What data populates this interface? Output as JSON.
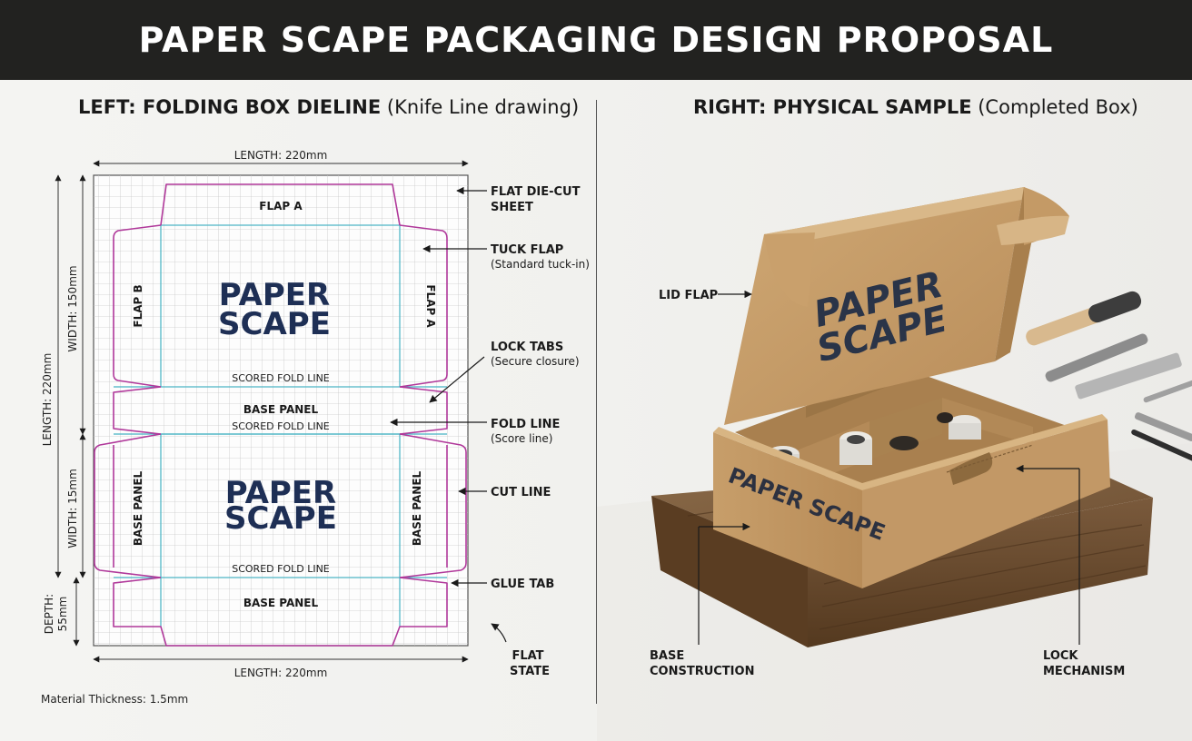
{
  "title": "PAPER SCAPE PACKAGING DESIGN PROPOSAL",
  "left_section": {
    "heading_bold": "LEFT: FOLDING BOX DIELINE",
    "heading_sub": "(Knife Line drawing)"
  },
  "right_section": {
    "heading_bold": "RIGHT: PHYSICAL SAMPLE",
    "heading_sub": "(Completed Box)"
  },
  "dieline": {
    "dim_length_top": "LENGTH: 220mm",
    "dim_length_bottom": "LENGTH: 220mm",
    "dim_width_150": "WIDTH: 150mm",
    "dim_width_15": "WIDTH: 15mm",
    "dim_length_side": "LENGTH: 220mm",
    "dim_depth_line1": "DEPTH:",
    "dim_depth_line2": "55mm",
    "material_thickness": "Material Thickness: 1.5mm",
    "panels": {
      "flap_a_top": "FLAP A",
      "flap_b": "FLAP B",
      "flap_a_right": "FLAP A",
      "base_panel_mid": "BASE PANEL",
      "base_panel_left": "BASE PANEL",
      "base_panel_right": "BASE PANEL",
      "base_panel_bottom": "BASE PANEL",
      "scored_fold_1": "SCORED FOLD LINE",
      "scored_fold_2": "SCORED FOLD LINE",
      "scored_fold_3": "SCORED FOLD LINE"
    },
    "brand_line1": "PAPER",
    "brand_line2": "SCAPE",
    "annotations": {
      "flat_die_cut_1": "FLAT DIE-CUT",
      "flat_die_cut_2": "SHEET",
      "tuck_flap": "TUCK FLAP",
      "tuck_flap_sub": "(Standard tuck-in)",
      "lock_tabs": "LOCK TABS",
      "lock_tabs_sub": "(Secure closure)",
      "fold_line": "FOLD LINE",
      "fold_line_sub": "(Score line)",
      "cut_line": "CUT LINE",
      "glue_tab": "GLUE TAB",
      "flat_state_1": "FLAT",
      "flat_state_2": "STATE"
    }
  },
  "sample": {
    "lid_brand_line1": "PAPER",
    "lid_brand_line2": "SCAPE",
    "front_brand": "PAPER SCAPE",
    "annotations": {
      "lid_flap": "LID FLAP",
      "base_construction_1": "BASE",
      "base_construction_2": "CONSTRUCTION",
      "lock_mechanism_1": "LOCK",
      "lock_mechanism_2": "MECHANISM"
    }
  },
  "colors": {
    "header_bg": "#222220",
    "cut_line": "#b0389a",
    "fold_line": "#46b3c4",
    "brand_navy": "#1e2f55",
    "kraft": "#c9a06c",
    "wood": "#7a5a3c"
  }
}
